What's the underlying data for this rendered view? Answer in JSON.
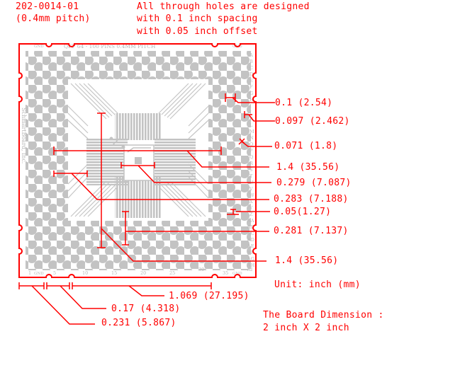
{
  "header": {
    "part_number": "202-0014-01",
    "pitch_note": "(0.4mm pitch)",
    "note_line1": "All through holes are designed",
    "note_line2": "with 0.1 inch spacing",
    "note_line3": "with 0.05 inch offset"
  },
  "board": {
    "title": "QFP 64 - 100 PINS 0.4MM PITCH",
    "maker": "SchmartBoard, Inc.",
    "gnd_label": "GND",
    "row_letters": [
      "A",
      "B",
      "C",
      "D",
      "E",
      "F",
      "G",
      "H",
      "I",
      "J",
      "K",
      "L",
      "M",
      "N",
      "O",
      "P",
      "Q",
      "R",
      "S",
      "T",
      "U",
      "V",
      "W",
      "X",
      "Y",
      "Z",
      "AA",
      "AB",
      "AC",
      "AD",
      "AE",
      "AF",
      "AG",
      "AH",
      "AI",
      "AJ",
      "AK"
    ],
    "column_numbers": [
      "1",
      "5",
      "10",
      "15",
      "20",
      "25",
      "30",
      "35"
    ],
    "pin_labels": [
      "1",
      "100",
      "64",
      "76",
      "40",
      "48",
      "26",
      "51",
      "17",
      "38",
      "60",
      "88",
      "22"
    ],
    "colors": {
      "outline": "#ff0000",
      "copper": "#c0c0c0",
      "dimension": "#ff0000"
    }
  },
  "dimensions": {
    "right": [
      "0.1 (2.54)",
      "0.097 (2.462)",
      "0.071 (1.8)",
      "1.4 (35.56)",
      "0.279 (7.087)",
      "0.283 (7.188)",
      "0.05(1.27)",
      "0.281 (7.137)",
      "1.4 (35.56)"
    ],
    "bottom": [
      "1.069 (27.195)",
      "0.17 (4.318)",
      "0.231 (5.867)"
    ]
  },
  "footer": {
    "unit": "Unit: inch (mm)",
    "board_dim_title": "The Board Dimension :",
    "board_dim_value": "2 inch X 2 inch"
  }
}
